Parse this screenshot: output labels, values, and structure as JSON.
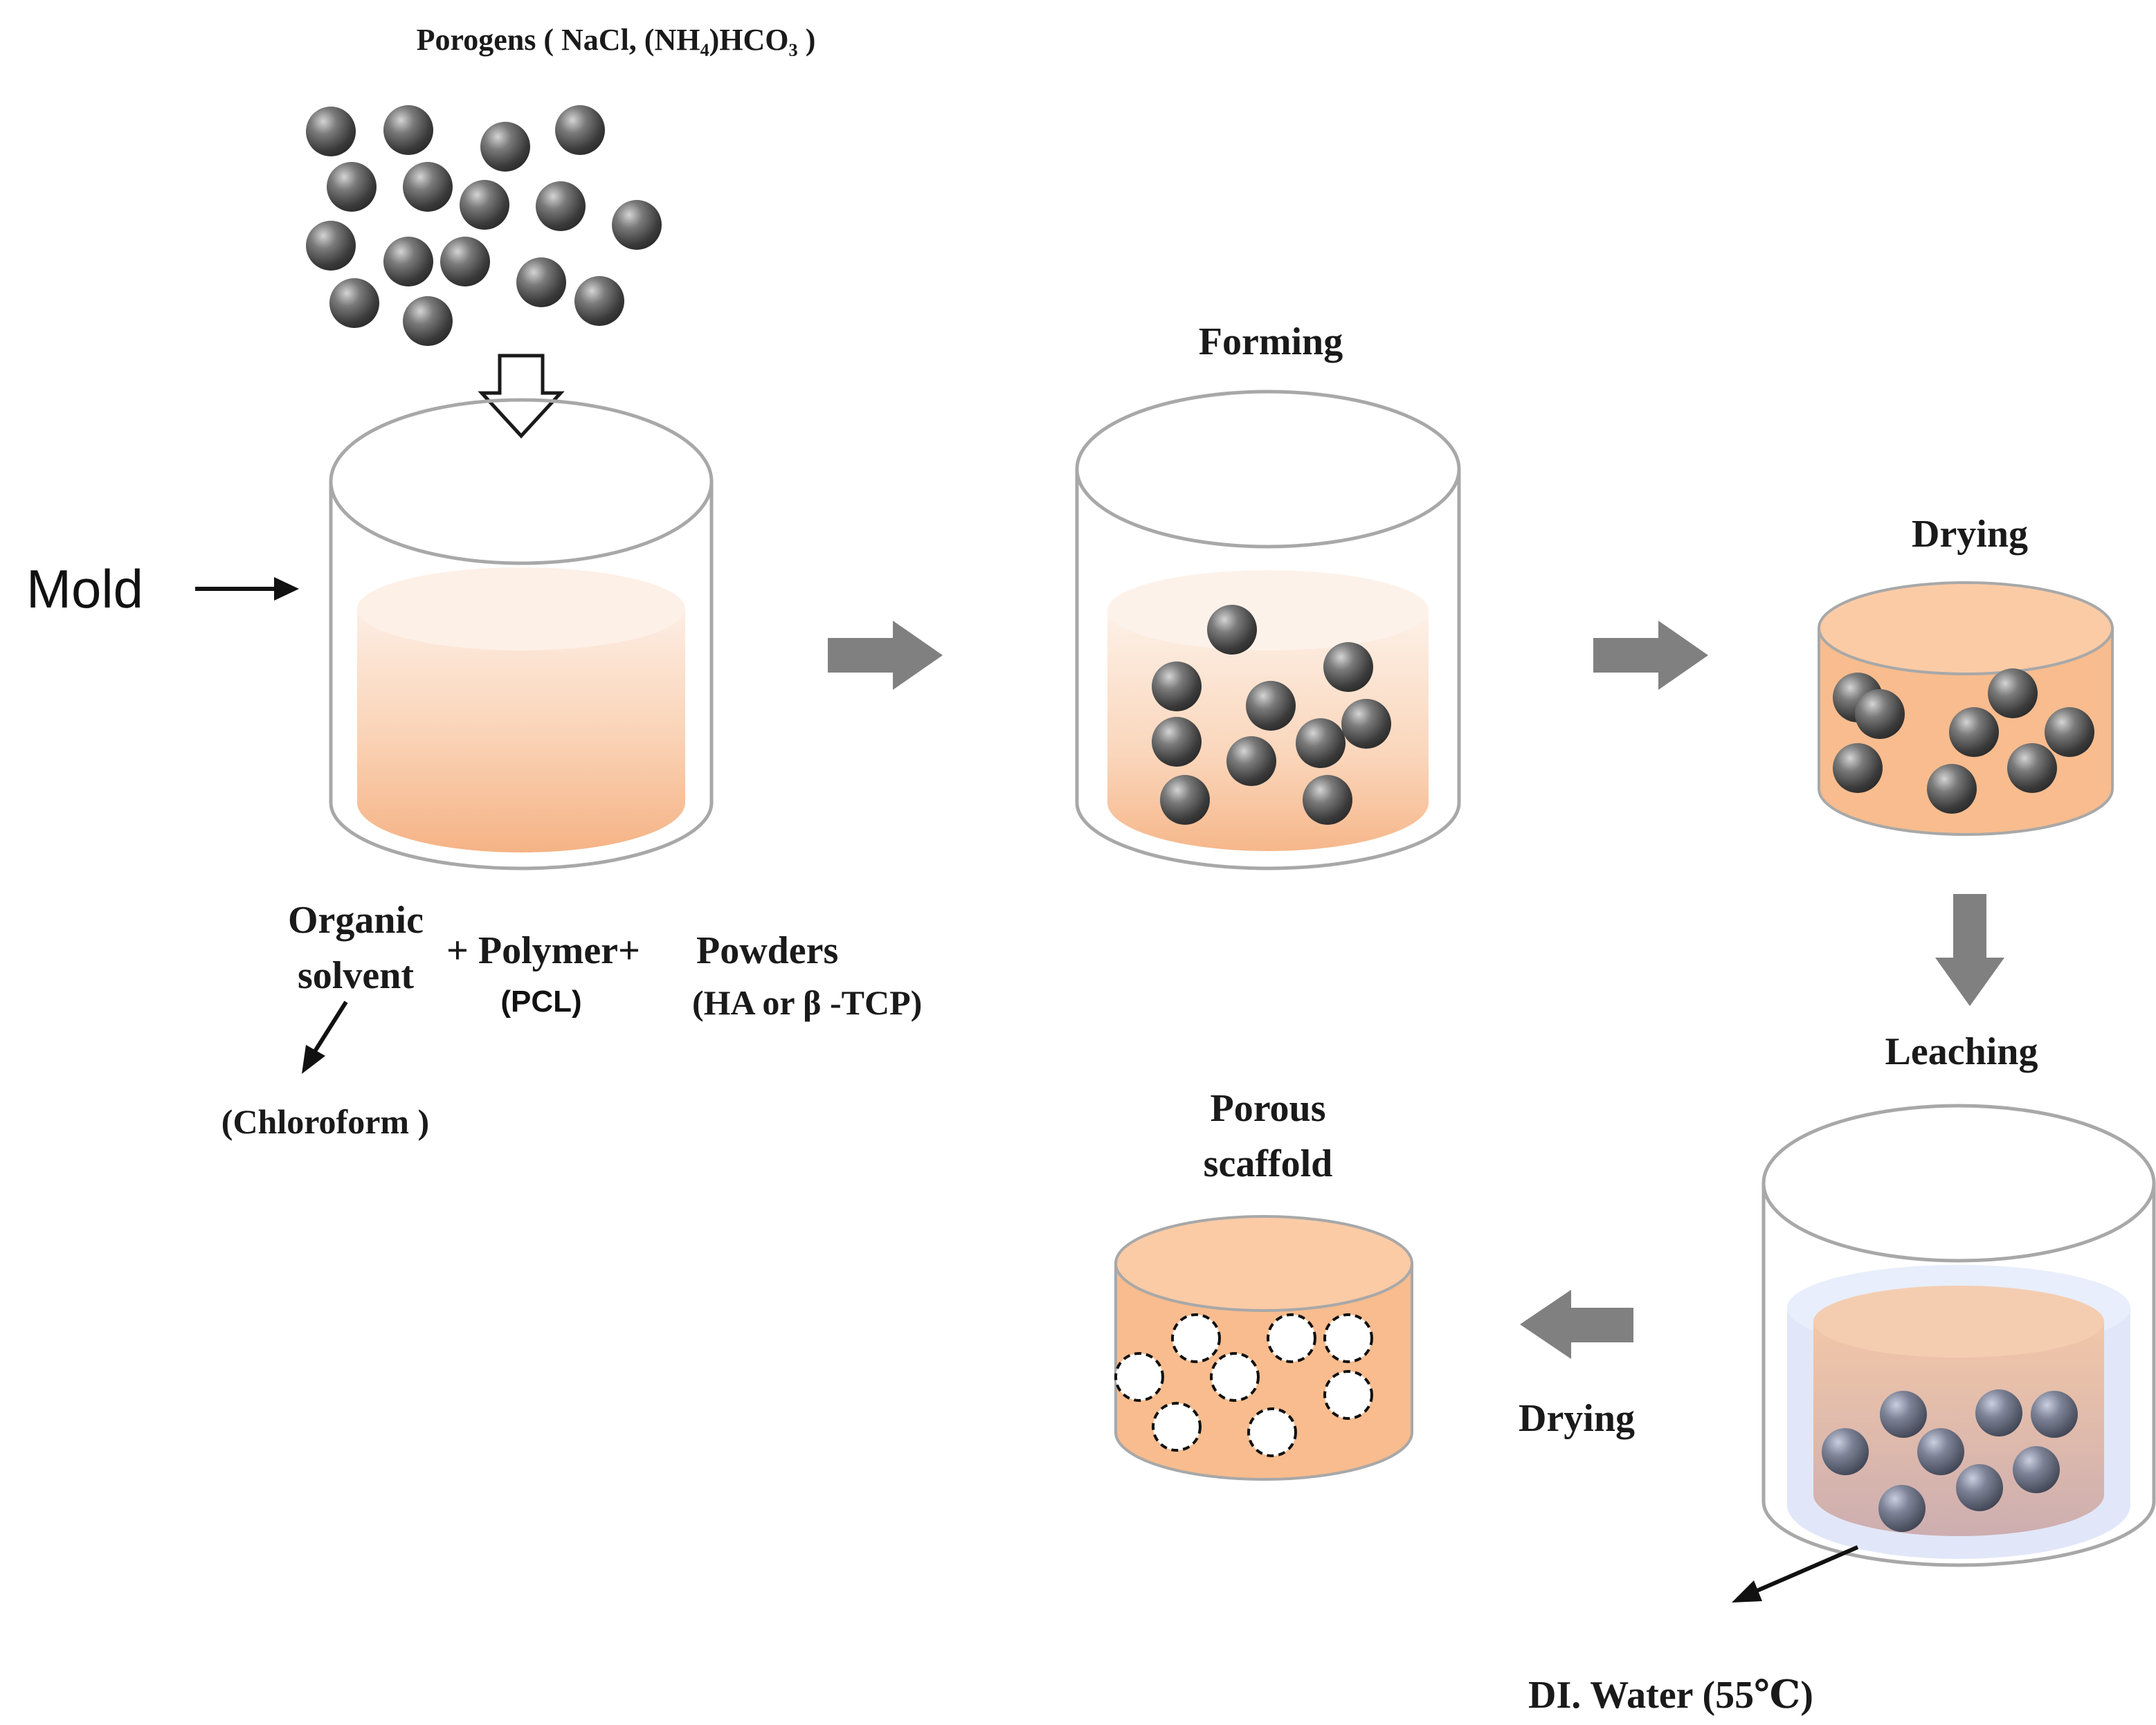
{
  "labels": {
    "porogens": "Porogens ( NaCl, (NH₄)HCO₃ )",
    "mold": "Mold",
    "forming": "Forming",
    "drying_top": "Drying",
    "leaching": "Leaching",
    "porous_line1": "Porous",
    "porous_line2": "scaffold",
    "drying_bottom": "Drying",
    "organic_line1": "Organic",
    "organic_line2": "solvent",
    "polymer": "+ Polymer+",
    "pcl": "(PCL)",
    "powders": "Powders",
    "ha_tcp": "(HA or   β -TCP)",
    "chloroform": "(Chloroform )",
    "di_water": "DI. Water (55℃)"
  },
  "colors": {
    "ball_dark": "#3a3a3a",
    "ball_light": "#c8c8c8",
    "scaffold_orange": "#f8be92",
    "liquid_orange_top": "#fbe3d3",
    "liquid_orange_bottom": "#f7bb8f",
    "beaker_stroke": "#a0a0a0",
    "process_arrow": "#808080",
    "water_blue": "#dbe3f7"
  }
}
